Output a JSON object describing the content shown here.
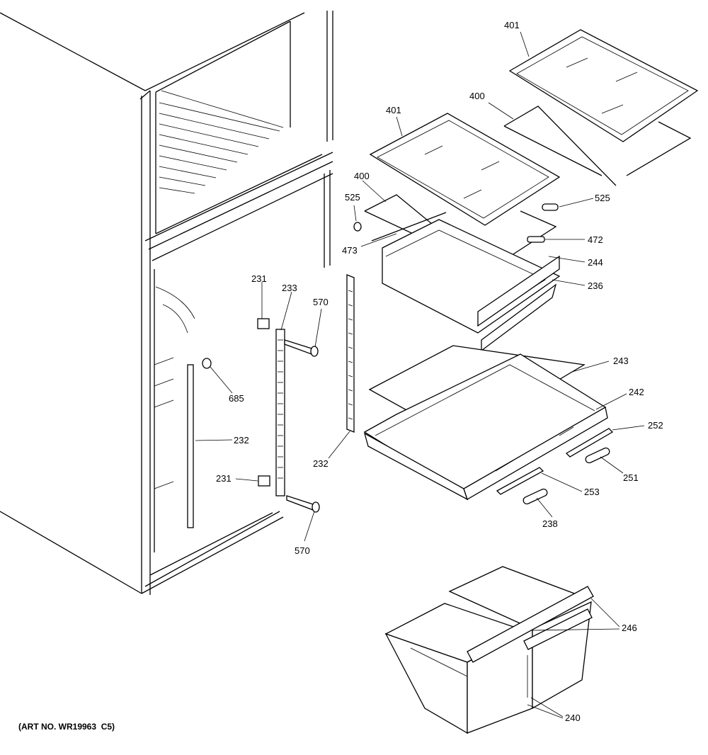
{
  "art_number": "(ART NO. WR19963  C5)",
  "labels": {
    "l401a": "401",
    "l401b": "401",
    "l400a": "400",
    "l400b": "400",
    "l525a": "525",
    "l525b": "525",
    "l472": "472",
    "l473": "473",
    "l244": "244",
    "l236": "236",
    "l243": "243",
    "l242": "242",
    "l252": "252",
    "l251": "251",
    "l253": "253",
    "l238": "238",
    "l231a": "231",
    "l231b": "231",
    "l233": "233",
    "l570a": "570",
    "l570b": "570",
    "l685": "685",
    "l232a": "232",
    "l232b": "232",
    "l246": "246",
    "l240": "240"
  }
}
